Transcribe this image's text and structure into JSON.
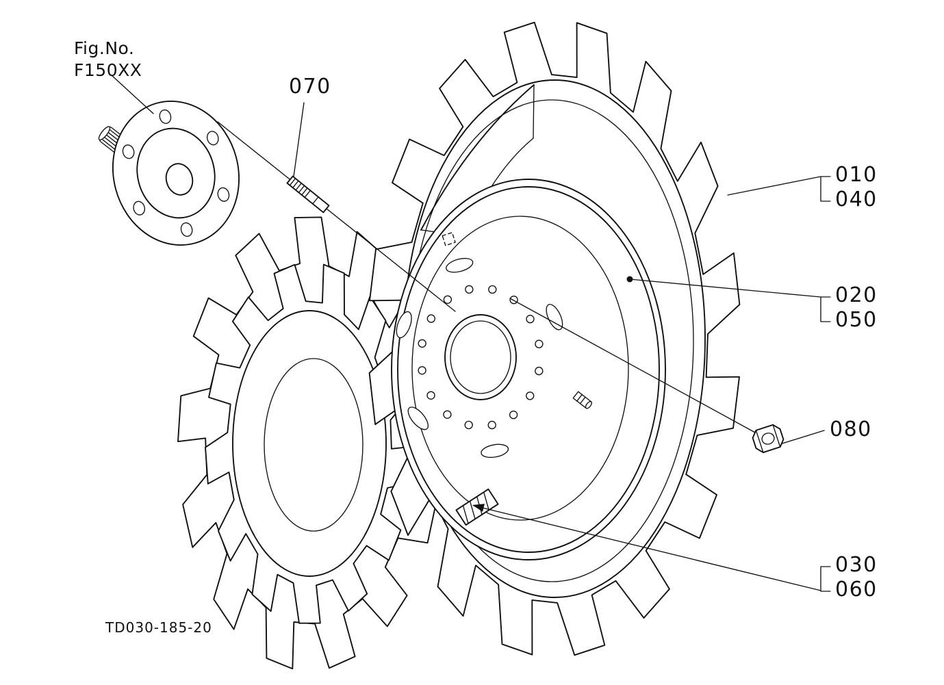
{
  "diagram": {
    "fig_ref": {
      "label": "Fig.No.",
      "number": "F150XX"
    },
    "callouts": {
      "c070": "070",
      "c010": "010",
      "c040": "040",
      "c020": "020",
      "c050": "050",
      "c080": "080",
      "c030": "030",
      "c060": "060"
    },
    "drawing_code": "TD030-185-20",
    "colors": {
      "line": "#111111",
      "background": "#ffffff"
    }
  }
}
